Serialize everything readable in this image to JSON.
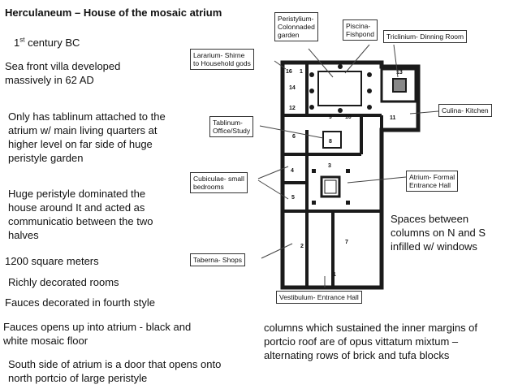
{
  "title": "Herculaneum – House of the mosaic atrium",
  "left_notes": {
    "century_num": "1",
    "century_sup": "st",
    "century_rest": " century BC",
    "villa_line1": "Sea front villa developed",
    "villa_line2": "massively in 62 AD",
    "tablinum_line1": "Only has tablinum attached to the",
    "tablinum_line2": "atrium w/ main living quarters at",
    "tablinum_line3": "higher level on far side of huge",
    "tablinum_line4": "peristyle garden",
    "peristyle_line1": "Huge peristyle dominated the",
    "peristyle_line2": "house around It and acted as",
    "peristyle_line3": "communicatio between the two",
    "peristyle_line4": "halves",
    "size": "1200 square meters",
    "rooms": "Richly decorated rooms",
    "fauces": "Fauces decorated in fourth style",
    "atrium_line1": "Fauces opens up into atrium - black and",
    "atrium_line2": "white mosaic floor",
    "south_line1": "South side of atrium is a door that opens onto",
    "south_line2": "north portcio of large peristyle"
  },
  "right_notes": {
    "spaces_line1": "Spaces between",
    "spaces_line2": "columns on N and S",
    "spaces_line3": "infilled w/ windows",
    "columns_line1": " columns which sustained the inner margins of",
    "columns_line2": "portcio roof are of opus vittatum mixtum –",
    "columns_line3": "alternating rows of brick and tufa blocks"
  },
  "plan_labels": {
    "peristylium": [
      "Peristylium-",
      "Colonnaded",
      "garden"
    ],
    "piscina": [
      "Piscina-",
      "Fishpond"
    ],
    "triclinium": [
      "Triclinium- Dinning Room"
    ],
    "lararium": [
      "Lararium- Shirne",
      "to Household gods"
    ],
    "culina": [
      "Culina- Kitchen"
    ],
    "tablinum": [
      "Tablinum-",
      "Office/Study"
    ],
    "cubiculae": [
      "Cubiculae- small",
      "bedrooms"
    ],
    "atrium": [
      "Atrium- Formal",
      "Entrance Hall"
    ],
    "taberna": [
      "Taberna- Shops"
    ],
    "vestibulum": [
      "Vestibulum- Entrance Hall"
    ]
  },
  "room_numbers": [
    "16",
    "1",
    "14",
    "13",
    "12",
    "9",
    "10",
    "11",
    "8",
    "6",
    "4",
    "3",
    "5",
    "2",
    "7",
    "1"
  ],
  "colors": {
    "text": "#111111",
    "label_border": "#333333",
    "wall": "#1a1a1a",
    "arrow": "#444444"
  }
}
